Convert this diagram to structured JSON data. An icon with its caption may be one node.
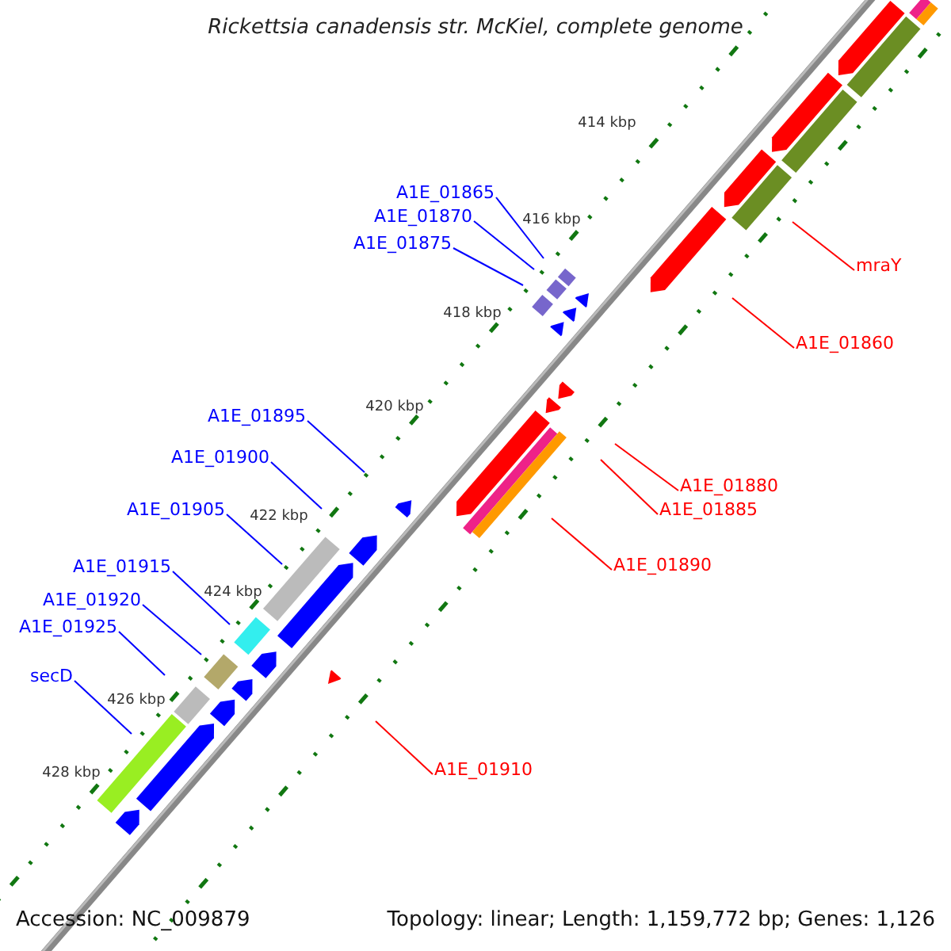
{
  "diagram": {
    "title": "Rickettsia canadensis str. McKiel, complete genome",
    "nodes": [
      {
        "text": [
          "A1E_01865"
        ]
      },
      {
        "text": [
          "A1E_01870"
        ]
      },
      {
        "text": [
          "A1E_01875"
        ]
      },
      {
        "text": [
          "mraY"
        ]
      },
      {
        "text": [
          "A1E_01860"
        ]
      },
      {
        "text": [
          "A1E_01895"
        ]
      },
      {
        "text": [
          "A1E_01900"
        ]
      },
      {
        "text": [
          "A1E_01880"
        ]
      },
      {
        "text": [
          "A1E_01905"
        ]
      },
      {
        "text": [
          "A1E_01885"
        ]
      },
      {
        "text": [
          "A1E_01890"
        ]
      },
      {
        "text": [
          "A1E_01915"
        ]
      },
      {
        "text": [
          "A1E_01920"
        ]
      },
      {
        "text": [
          "A1E_01925"
        ]
      },
      {
        "text": [
          "secD"
        ]
      },
      {
        "text": [
          "A1E_01910"
        ]
      }
    ],
    "edges": [
      {
        "from": 0,
        "to": null,
        "arrow": "none"
      },
      {
        "from": 1,
        "to": null,
        "arrow": "none"
      },
      {
        "from": 2,
        "to": null,
        "arrow": "none"
      },
      {
        "from": 3,
        "to": null,
        "arrow": "none",
        "color": "#ff0000"
      },
      {
        "from": 4,
        "to": null,
        "arrow": "none",
        "color": "#ff0000"
      },
      {
        "from": 5,
        "to": null,
        "arrow": "none"
      },
      {
        "from": 6,
        "to": null,
        "arrow": "none"
      },
      {
        "from": 7,
        "to": null,
        "arrow": "none",
        "color": "#ff0000"
      },
      {
        "from": 8,
        "to": null,
        "arrow": "none"
      },
      {
        "from": 9,
        "to": null,
        "arrow": "none",
        "color": "#ff0000"
      },
      {
        "from": 10,
        "to": null,
        "arrow": "none",
        "color": "#ff0000"
      },
      {
        "from": 11,
        "to": null,
        "arrow": "none"
      },
      {
        "from": 12,
        "to": null,
        "arrow": "none"
      },
      {
        "from": 13,
        "to": null,
        "arrow": "none"
      },
      {
        "from": 14,
        "to": null,
        "arrow": "none"
      },
      {
        "from": 15,
        "to": null,
        "arrow": "none",
        "color": "#ff0000"
      }
    ],
    "labels": [
      "414 kbp",
      "416 kbp",
      "418 kbp",
      "420 kbp",
      "422 kbp",
      "424 kbp",
      "426 kbp",
      "428 kbp",
      "Accession: NC_009879",
      "Topology: linear; Length: 1,159,772 bp; Genes: 1,126"
    ]
  }
}
